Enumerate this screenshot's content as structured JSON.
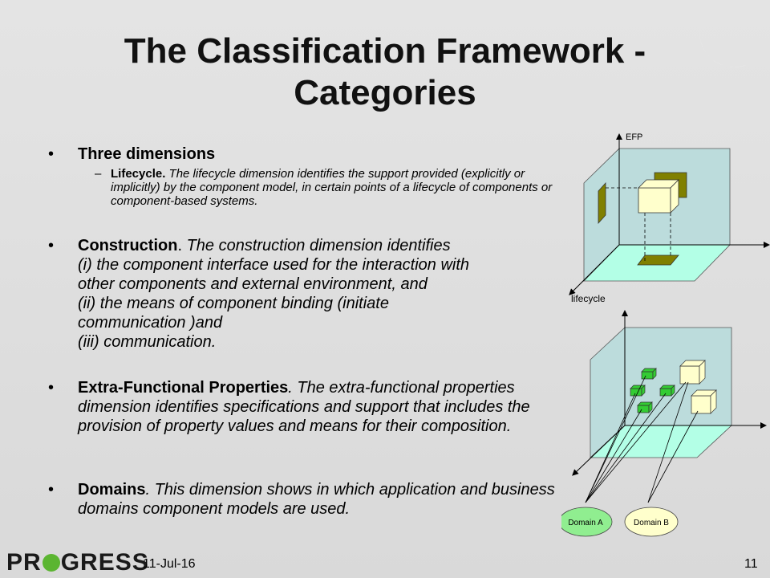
{
  "slide": {
    "title": "The Classification Framework - Categories",
    "title_line1": "The Classification Framework  -",
    "title_line2": "Categories"
  },
  "bullets": {
    "dimensions": {
      "lead": "Three dimensions"
    },
    "lifecycle": {
      "dash": "–",
      "lead": "Lifecycle.",
      "rest": " The lifecycle dimension identifies the support provided (explicitly or implicitly) by the component model, in certain points of a lifecycle of components or component-based systems."
    },
    "construction": {
      "lead": "Construction",
      "rest_dot": ". ",
      "line1": "The construction dimension identifies",
      "line2": "(i) the component interface used for the interaction with",
      "line3": "other components and external environment,  and",
      "line4": "(ii) the means of component binding (initiate",
      "line5": "communication  )and",
      "line6": "(iii) communication."
    },
    "efp": {
      "lead": "Extra-Functional Properties",
      "rest": ". The extra-functional properties dimension identifies specifications and support that includes the provision of property values and means for their composition."
    },
    "domains": {
      "lead": "Domains",
      "rest": ". This dimension shows in which application and business domains component models are used."
    },
    "bullet_char": "•"
  },
  "diagram": {
    "axis_efp": "EFP",
    "axis_lifecycle": "lifecycle",
    "domain_a": "Domain A",
    "domain_b": "Domain B",
    "colors": {
      "face": "#bcdcdc",
      "floor": "#b3ffe6",
      "olive": "#808000",
      "cube": "#ffffcc",
      "green": "#33cc33",
      "domain_a_fill": "#90ee90",
      "domain_b_fill": "#ffffcc"
    }
  },
  "footer": {
    "logo_pre": "PR",
    "logo_post": "GRESS",
    "date": "11-Jul-16",
    "page": "11"
  }
}
